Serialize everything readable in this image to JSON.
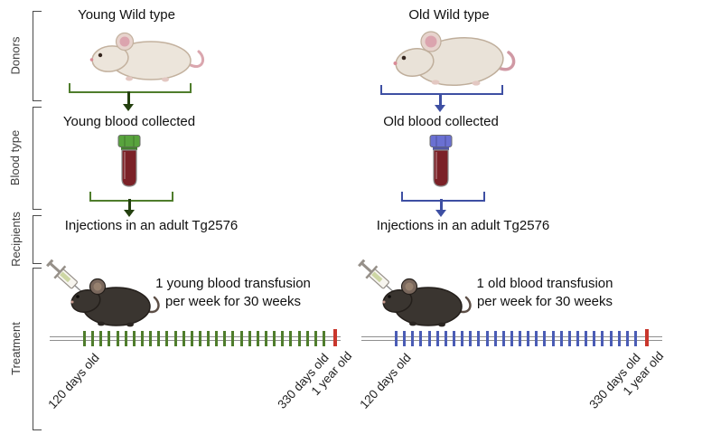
{
  "figure": {
    "row_labels": [
      "Donors",
      "Blood type",
      "Recipients",
      "Treatment"
    ]
  },
  "colors": {
    "blood": "#7b2127",
    "timeline_end": "#c9362c",
    "timeline_base": "#8f8f8f"
  },
  "columns": [
    {
      "id": "young",
      "donor_title": "Young Wild type",
      "blood_label": "Young blood collected",
      "recipient_label": "Injections in an adult Tg2576",
      "treatment_caption_line1": "1 young blood transfusion",
      "treatment_caption_line2": "per week for 30 weeks",
      "colors": {
        "accent": "#4f7d2c",
        "arrow": "#24400f",
        "cap": "#58a33d",
        "tick": "#4f7d2c"
      },
      "timeline": {
        "ticks": 30,
        "labels": [
          "120 days old",
          "330 days old",
          "1 year old"
        ]
      }
    },
    {
      "id": "old",
      "donor_title": "Old Wild type",
      "blood_label": "Old blood collected",
      "recipient_label": "Injections in an adult Tg2576",
      "treatment_caption_line1": "1 old blood transfusion",
      "treatment_caption_line2": "per week for 30 weeks",
      "colors": {
        "accent": "#3e4fa3",
        "arrow": "#3e4fa3",
        "cap": "#6a70d2",
        "tick": "#4a5cb5"
      },
      "timeline": {
        "ticks": 30,
        "labels": [
          "120 days old",
          "330 days old",
          "1 year old"
        ]
      }
    }
  ]
}
